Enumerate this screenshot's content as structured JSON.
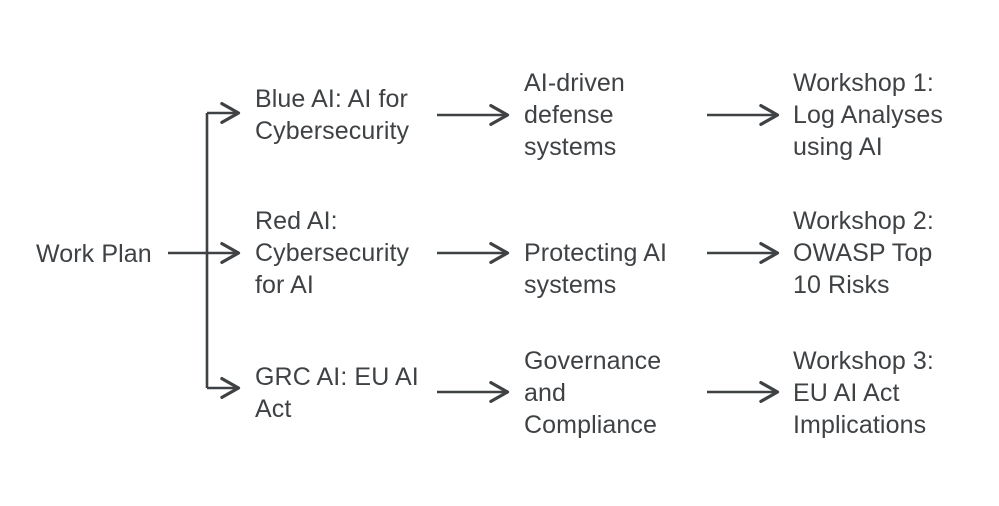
{
  "diagram": {
    "type": "flowchart",
    "orientation": "left-to-right",
    "background_color": "#ffffff",
    "text_color": "#3f4245",
    "edge_color": "#3f4245",
    "root": {
      "id": "work-plan",
      "label": "Work Plan"
    },
    "branches": [
      {
        "id": "blue-ai",
        "level1": "Blue AI: AI for\nCybersecurity",
        "level2": "AI-driven\ndefense\nsystems",
        "level3": "Workshop 1:\nLog Analyses\nusing AI"
      },
      {
        "id": "red-ai",
        "level1": "Red AI:\nCybersecurity\nfor AI",
        "level2": "Protecting AI\nsystems",
        "level3": "Workshop 2:\nOWASP Top\n10 Risks"
      },
      {
        "id": "grc-ai",
        "level1": "GRC AI: EU AI\nAct",
        "level2": "Governance\nand\nCompliance",
        "level3": "Workshop 3:\nEU AI Act\nImplications"
      }
    ],
    "edges": [
      {
        "id": "root-to-trunk",
        "name": "root-stem-connector"
      },
      {
        "id": "trunk",
        "name": "branch-trunk-vertical"
      },
      {
        "id": "trunk-to-blue",
        "name": "arrow-to-blue-ai"
      },
      {
        "id": "trunk-to-red",
        "name": "arrow-to-red-ai"
      },
      {
        "id": "trunk-to-grc",
        "name": "arrow-to-grc-ai"
      },
      {
        "id": "blue-to-defense",
        "name": "arrow-blue-ai-to-ai-driven-defense"
      },
      {
        "id": "red-to-protecting",
        "name": "arrow-red-ai-to-protecting-ai"
      },
      {
        "id": "grc-to-governance",
        "name": "arrow-grc-ai-to-governance"
      },
      {
        "id": "defense-to-ws1",
        "name": "arrow-defense-to-workshop-1"
      },
      {
        "id": "protecting-to-ws2",
        "name": "arrow-protecting-to-workshop-2"
      },
      {
        "id": "governance-to-ws3",
        "name": "arrow-governance-to-workshop-3"
      }
    ]
  }
}
